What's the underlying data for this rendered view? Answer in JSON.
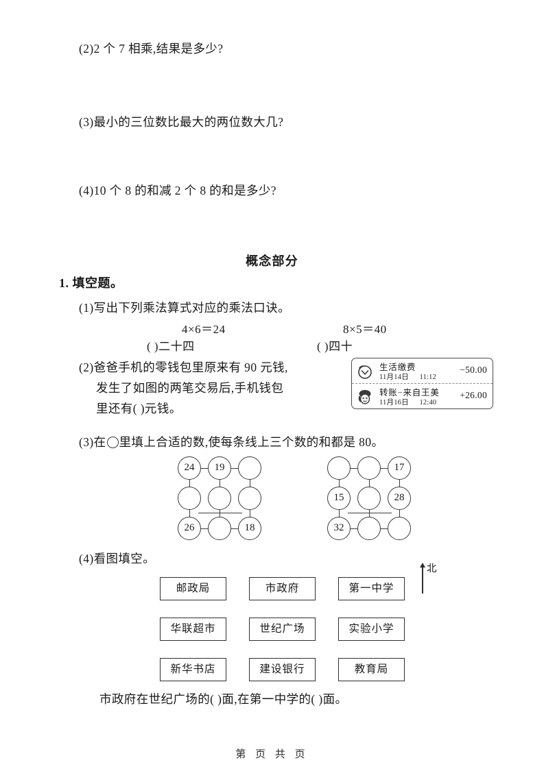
{
  "questions_top": [
    {
      "id": "q2",
      "text": "(2)2 个 7 相乘,结果是多少?"
    },
    {
      "id": "q3",
      "text": "(3)最小的三位数比最大的两位数大几?"
    },
    {
      "id": "q4",
      "text": "(4)10 个 8 的和减 2 个 8 的和是多少?"
    }
  ],
  "section": {
    "title": "概念部分",
    "heading": "1. 填空题。"
  },
  "fill_in": {
    "q1": {
      "prompt": "(1)写出下列乘法算式对应的乘法口诀。",
      "expr_left": "4×6＝24",
      "expr_right": "8×5＝40",
      "answer_left": "(            )二十四",
      "answer_right": "(            )四十"
    },
    "q2": {
      "line1": "(2)爸爸手机的零钱包里原来有 90 元钱,",
      "line2": "发生了如图的两笔交易后,手机钱包",
      "line3": "里还有(        )元钱。"
    },
    "q3": {
      "prefix": "(3)在",
      "suffix": "里填上合适的数,使每条线上三个数的和都是 80。"
    },
    "q4": {
      "prompt": "(4)看图填空。",
      "answer_sentence": "市政府在世纪广场的(        )面,在第一中学的(        )面。"
    }
  },
  "wallet": {
    "transactions": [
      {
        "icon": "payment-circle-icon",
        "title": "生活缴费",
        "date": "11月14日",
        "time": "11:12",
        "amount": "−50.00"
      },
      {
        "icon": "avatar-icon",
        "title": "转账−来自王美",
        "date": "11月16日",
        "time": "12:40",
        "amount": "+26.00"
      }
    ]
  },
  "circle_grids": {
    "left": {
      "rows": [
        [
          "24",
          "19",
          ""
        ],
        [
          "",
          "",
          ""
        ],
        [
          "26",
          "",
          "18"
        ]
      ]
    },
    "right": {
      "rows": [
        [
          "",
          "",
          "17"
        ],
        [
          "15",
          "",
          "28"
        ],
        [
          "32",
          "",
          ""
        ]
      ]
    }
  },
  "map": {
    "rows": [
      [
        "邮政局",
        "市政府",
        "第一中学"
      ],
      [
        "华联超市",
        "世纪广场",
        "实验小学"
      ],
      [
        "新华书店",
        "建设银行",
        "教育局"
      ]
    ],
    "compass_label": "北"
  },
  "footer": {
    "text": "第 页 共 页"
  }
}
